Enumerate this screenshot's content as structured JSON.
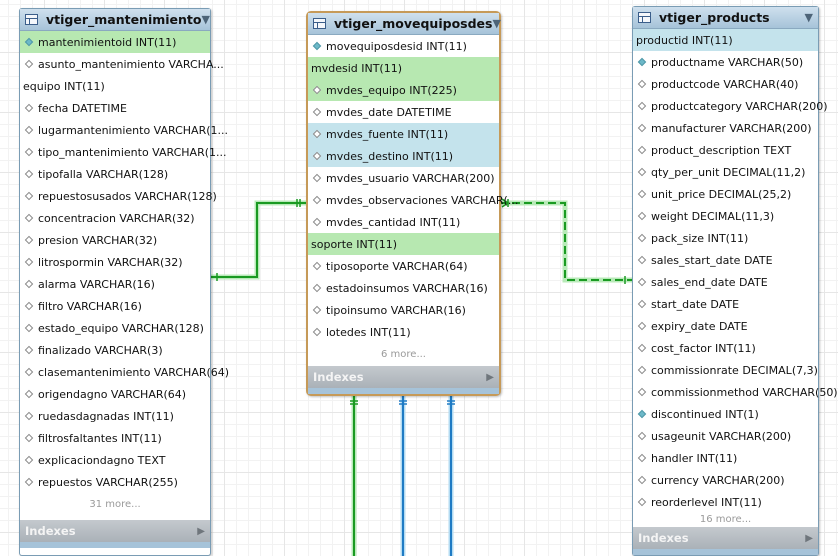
{
  "tables": [
    {
      "id": "vtiger-mantenimiento",
      "title": "vtiger_mantenimiento",
      "columns": [
        {
          "text": "mantenimientoid INT(11)",
          "kind": "pk",
          "marker": "filled"
        },
        {
          "text": "asunto_mantenimiento VARCHA...",
          "kind": "normal",
          "marker": "empty"
        },
        {
          "text": "equipo INT(11)",
          "kind": "normal",
          "marker": "none"
        },
        {
          "text": "fecha DATETIME",
          "kind": "normal",
          "marker": "empty"
        },
        {
          "text": "lugarmantenimiento VARCHAR(1...",
          "kind": "normal",
          "marker": "empty"
        },
        {
          "text": "tipo_mantenimiento VARCHAR(1...",
          "kind": "normal",
          "marker": "empty"
        },
        {
          "text": "tipofalla VARCHAR(128)",
          "kind": "normal",
          "marker": "empty"
        },
        {
          "text": "repuestosusados VARCHAR(128)",
          "kind": "normal",
          "marker": "empty"
        },
        {
          "text": "concentracion VARCHAR(32)",
          "kind": "normal",
          "marker": "empty"
        },
        {
          "text": "presion VARCHAR(32)",
          "kind": "normal",
          "marker": "empty"
        },
        {
          "text": "litrospormin VARCHAR(32)",
          "kind": "normal",
          "marker": "empty"
        },
        {
          "text": "alarma VARCHAR(16)",
          "kind": "normal",
          "marker": "empty"
        },
        {
          "text": "filtro VARCHAR(16)",
          "kind": "normal",
          "marker": "empty"
        },
        {
          "text": "estado_equipo VARCHAR(128)",
          "kind": "normal",
          "marker": "empty"
        },
        {
          "text": "finalizado VARCHAR(3)",
          "kind": "normal",
          "marker": "empty"
        },
        {
          "text": "clasemantenimiento VARCHAR(64)",
          "kind": "normal",
          "marker": "empty"
        },
        {
          "text": "origendagno VARCHAR(64)",
          "kind": "normal",
          "marker": "empty"
        },
        {
          "text": "ruedasdagnadas INT(11)",
          "kind": "normal",
          "marker": "empty"
        },
        {
          "text": "filtrosfaltantes INT(11)",
          "kind": "normal",
          "marker": "empty"
        },
        {
          "text": "explicaciondagno TEXT",
          "kind": "normal",
          "marker": "empty"
        },
        {
          "text": "repuestos VARCHAR(255)",
          "kind": "normal",
          "marker": "empty"
        }
      ],
      "more": "31 more...",
      "indexes_label": "Indexes"
    },
    {
      "id": "vtiger-movequiposdes",
      "title": "vtiger_movequiposdes",
      "columns": [
        {
          "text": "movequiposdesid INT(11)",
          "kind": "normal",
          "marker": "filled"
        },
        {
          "text": "mvdesid INT(11)",
          "kind": "pk",
          "marker": "none"
        },
        {
          "text": "mvdes_equipo INT(225)",
          "kind": "pk",
          "marker": "empty"
        },
        {
          "text": "mvdes_date DATETIME",
          "kind": "normal",
          "marker": "empty"
        },
        {
          "text": "mvdes_fuente INT(11)",
          "kind": "fk",
          "marker": "empty"
        },
        {
          "text": "mvdes_destino INT(11)",
          "kind": "fk",
          "marker": "empty"
        },
        {
          "text": "mvdes_usuario VARCHAR(200)",
          "kind": "normal",
          "marker": "empty"
        },
        {
          "text": "mvdes_observaciones VARCHAR(...",
          "kind": "normal",
          "marker": "empty"
        },
        {
          "text": "mvdes_cantidad INT(11)",
          "kind": "normal",
          "marker": "empty"
        },
        {
          "text": "soporte INT(11)",
          "kind": "pk",
          "marker": "none"
        },
        {
          "text": "tiposoporte VARCHAR(64)",
          "kind": "normal",
          "marker": "empty"
        },
        {
          "text": "estadoinsumos VARCHAR(16)",
          "kind": "normal",
          "marker": "empty"
        },
        {
          "text": "tipoinsumo VARCHAR(16)",
          "kind": "normal",
          "marker": "empty"
        },
        {
          "text": "lotedes INT(11)",
          "kind": "normal",
          "marker": "empty"
        }
      ],
      "more": "6 more...",
      "indexes_label": "Indexes"
    },
    {
      "id": "vtiger-products",
      "title": "vtiger_products",
      "columns": [
        {
          "text": "productid INT(11)",
          "kind": "fk",
          "marker": "none"
        },
        {
          "text": "productname VARCHAR(50)",
          "kind": "normal",
          "marker": "filled"
        },
        {
          "text": "productcode VARCHAR(40)",
          "kind": "normal",
          "marker": "empty"
        },
        {
          "text": "productcategory VARCHAR(200)",
          "kind": "normal",
          "marker": "empty"
        },
        {
          "text": "manufacturer VARCHAR(200)",
          "kind": "normal",
          "marker": "empty"
        },
        {
          "text": "product_description TEXT",
          "kind": "normal",
          "marker": "empty"
        },
        {
          "text": "qty_per_unit DECIMAL(11,2)",
          "kind": "normal",
          "marker": "empty"
        },
        {
          "text": "unit_price DECIMAL(25,2)",
          "kind": "normal",
          "marker": "empty"
        },
        {
          "text": "weight DECIMAL(11,3)",
          "kind": "normal",
          "marker": "empty"
        },
        {
          "text": "pack_size INT(11)",
          "kind": "normal",
          "marker": "empty"
        },
        {
          "text": "sales_start_date DATE",
          "kind": "normal",
          "marker": "empty"
        },
        {
          "text": "sales_end_date DATE",
          "kind": "normal",
          "marker": "empty"
        },
        {
          "text": "start_date DATE",
          "kind": "normal",
          "marker": "empty"
        },
        {
          "text": "expiry_date DATE",
          "kind": "normal",
          "marker": "empty"
        },
        {
          "text": "cost_factor INT(11)",
          "kind": "normal",
          "marker": "empty"
        },
        {
          "text": "commissionrate DECIMAL(7,3)",
          "kind": "normal",
          "marker": "empty"
        },
        {
          "text": "commissionmethod VARCHAR(50)",
          "kind": "normal",
          "marker": "empty"
        },
        {
          "text": "discontinued INT(1)",
          "kind": "normal",
          "marker": "filled"
        },
        {
          "text": "usageunit VARCHAR(200)",
          "kind": "normal",
          "marker": "empty"
        },
        {
          "text": "handler INT(11)",
          "kind": "normal",
          "marker": "empty"
        },
        {
          "text": "currency VARCHAR(200)",
          "kind": "normal",
          "marker": "empty"
        },
        {
          "text": "reorderlevel INT(11)",
          "kind": "normal",
          "marker": "empty"
        }
      ],
      "more": "16 more...",
      "indexes_label": "Indexes"
    }
  ],
  "icons": {
    "table": "table-icon",
    "collapse": "chevron-down-icon",
    "expand": "chevron-right-icon",
    "column": "diamond-column-icon"
  },
  "colors": {
    "primary_key_row": "#b7e8b1",
    "foreign_key_row": "#c4e3ec",
    "relationship_green": "#1a9a22",
    "relationship_blue": "#1f7bc4",
    "selected_border": "#c69a58"
  }
}
